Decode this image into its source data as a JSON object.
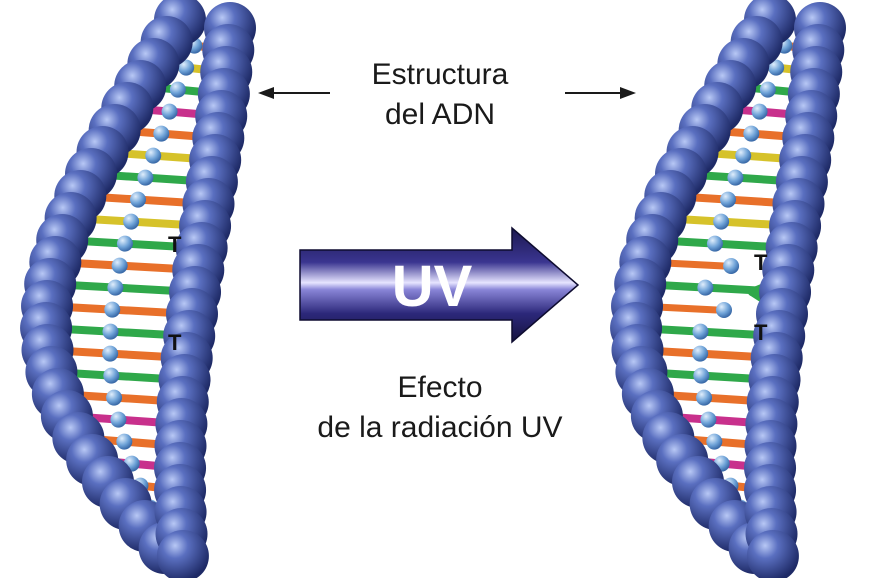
{
  "caption_top": {
    "line1": "Estructura",
    "line2": "del ADN"
  },
  "caption_bottom": {
    "line1": "Efecto",
    "line2": "de la radiación UV"
  },
  "arrow_label": "UV",
  "base_label": "T",
  "colors": {
    "backbone": "#3d4f9e",
    "backbone_light": "#8fa5e8",
    "connector": "#6fa3d8",
    "green": "#2fa84a",
    "orange": "#e8702a",
    "yellow": "#d6c22a",
    "magenta": "#c8308c",
    "arrow_dark": "#1c1850",
    "arrow_light": "#c9c6f2"
  },
  "dna_left": {
    "thymine_labels": [
      "T",
      "T"
    ]
  },
  "dna_right": {
    "thymine_labels": [
      "T",
      "T"
    ],
    "dimer": true
  }
}
